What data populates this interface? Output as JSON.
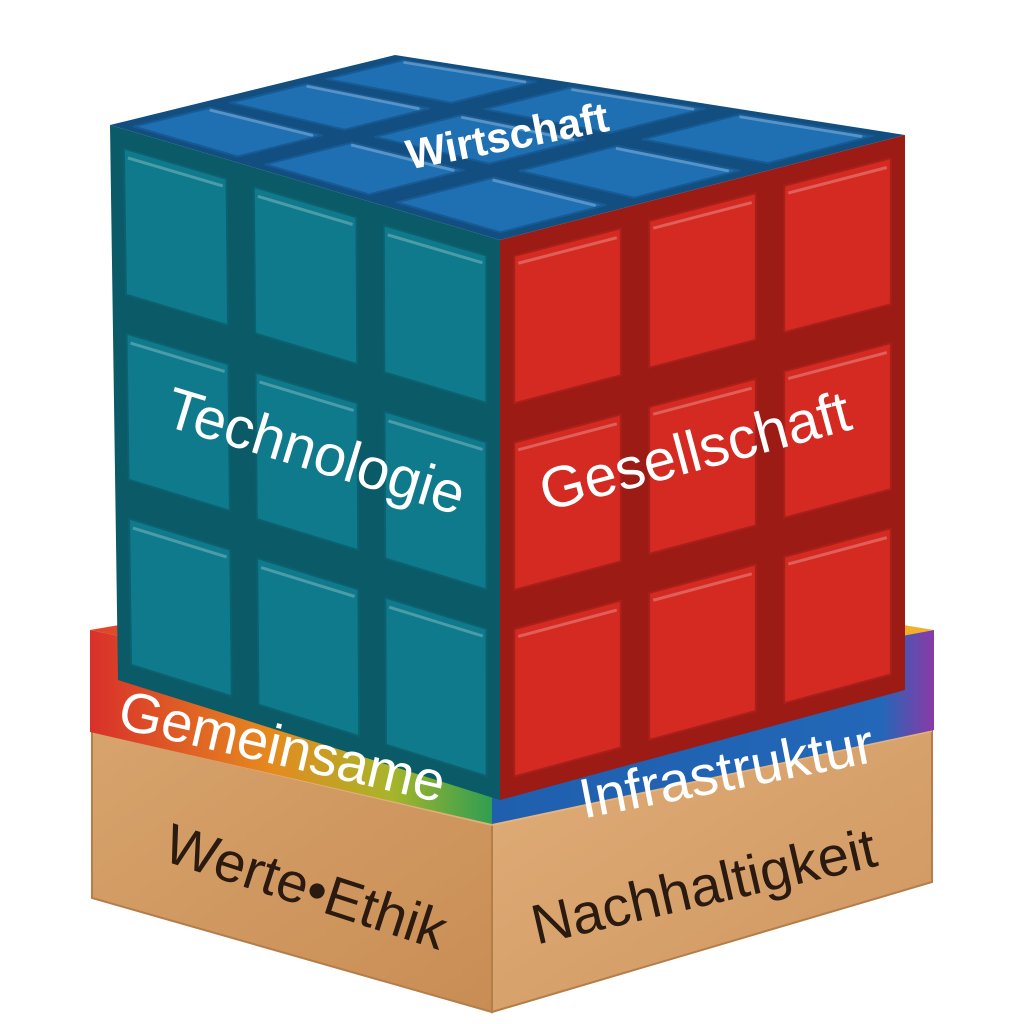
{
  "cube": {
    "top_label": "Wirtschaft",
    "left_label": "Technologie",
    "right_label": "Gesellschaft"
  },
  "slab": {
    "left_label": "Gemeinsame",
    "right_label": "Infrastruktur"
  },
  "base": {
    "left_label": "Werte•Ethik",
    "right_label": "Nachhaltigkeit"
  },
  "colors": {
    "teal": "#0f7a8c",
    "blue_top": "#1f6fb3",
    "red": "#d42a22",
    "slab_blue": "#1f63b0",
    "wood": "#d39a62",
    "label_light": "#ffffff",
    "label_dark": "#2a1a10"
  }
}
